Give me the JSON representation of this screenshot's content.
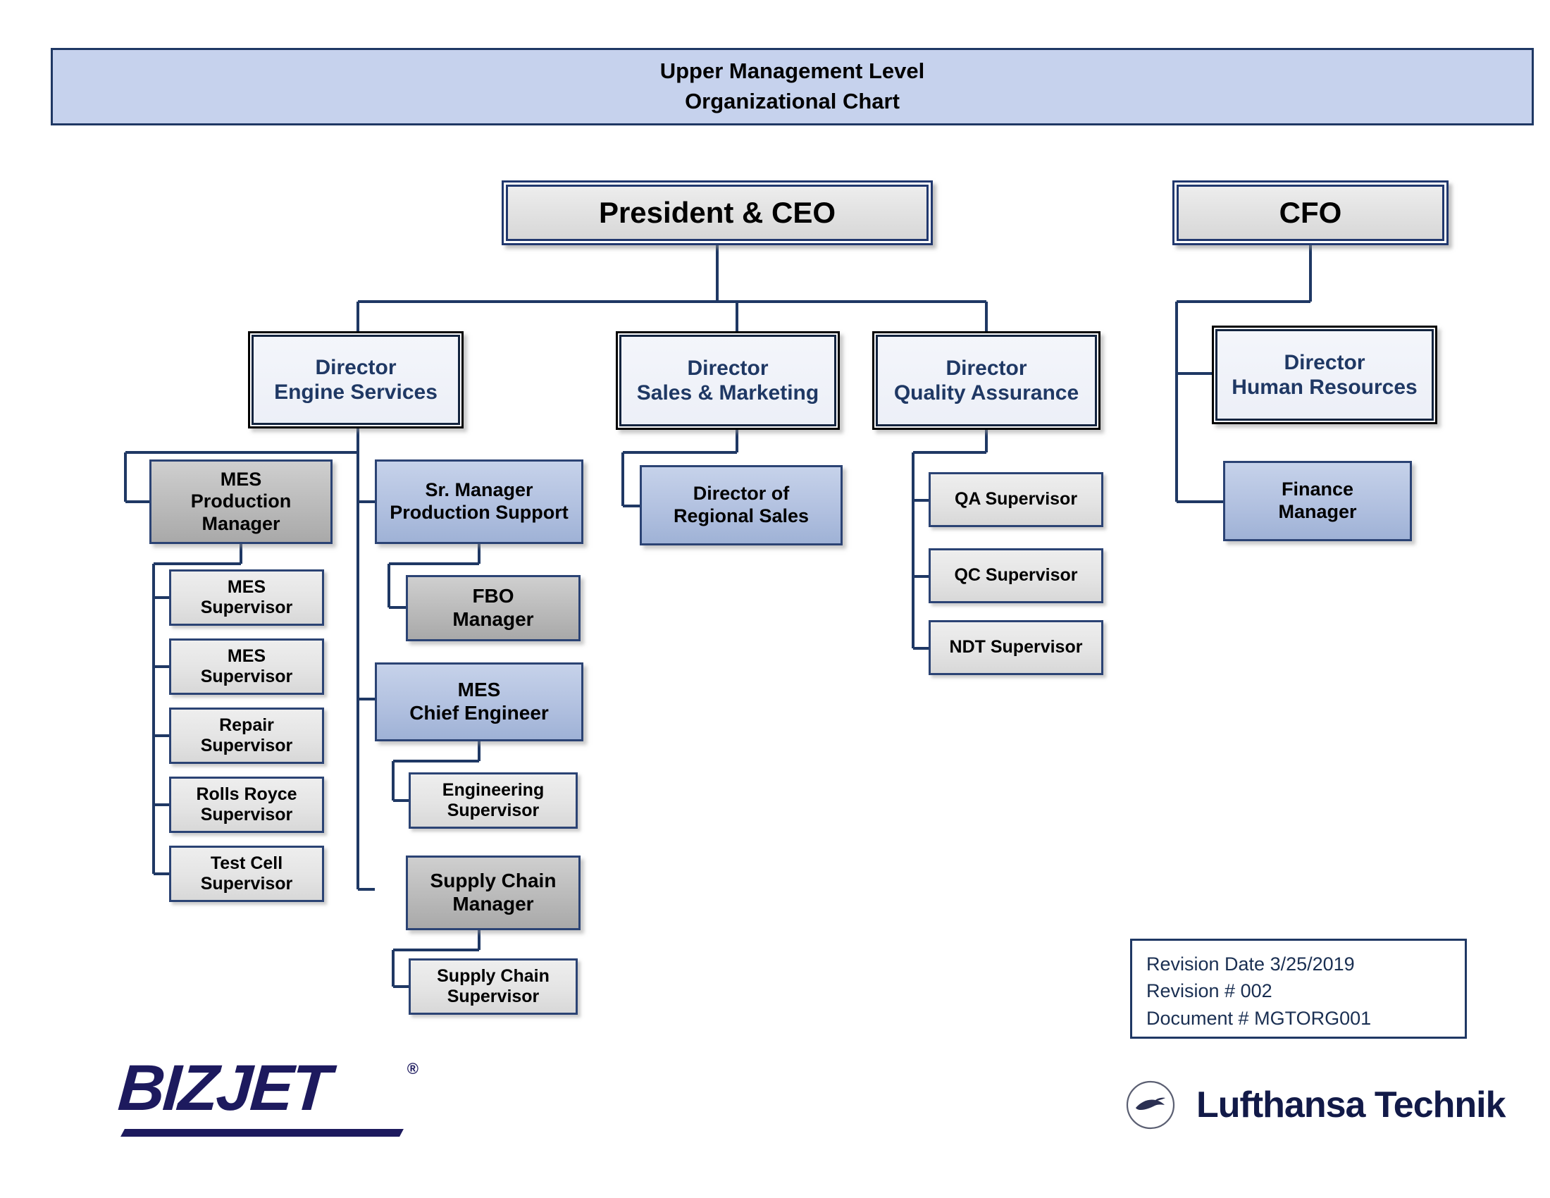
{
  "banner": {
    "line1": "Upper Management Level",
    "line2": "Organizational Chart"
  },
  "chart_data": {
    "type": "diagram",
    "title": "Upper Management Level Organizational Chart",
    "nodes": [
      {
        "id": "ceo",
        "label": "President & CEO",
        "level": 0,
        "style": "executive"
      },
      {
        "id": "cfo",
        "label": "CFO",
        "level": 0,
        "style": "executive"
      },
      {
        "id": "dir_eng",
        "label_line1": "Director",
        "label_line2": "Engine Services",
        "level": 1,
        "style": "director"
      },
      {
        "id": "dir_sales",
        "label_line1": "Director",
        "label_line2": "Sales & Marketing",
        "level": 1,
        "style": "director"
      },
      {
        "id": "dir_qa",
        "label_line1": "Director",
        "label_line2": "Quality Assurance",
        "level": 1,
        "style": "director"
      },
      {
        "id": "dir_hr",
        "label_line1": "Director",
        "label_line2": "Human Resources",
        "level": 1,
        "style": "director"
      },
      {
        "id": "mes_prod",
        "label_line1": "MES",
        "label_line2": "Production",
        "label_line3": "Manager",
        "level": 2,
        "style": "manager-gray"
      },
      {
        "id": "sr_mgr",
        "label_line1": "Sr. Manager",
        "label_line2": "Production Support",
        "level": 2,
        "style": "manager-blue"
      },
      {
        "id": "dir_reg",
        "label_line1": "Director of",
        "label_line2": "Regional Sales",
        "level": 2,
        "style": "manager-blue"
      },
      {
        "id": "fin_mgr",
        "label_line1": "Finance",
        "label_line2": "Manager",
        "level": 2,
        "style": "manager-blue"
      },
      {
        "id": "fbo",
        "label_line1": "FBO",
        "label_line2": "Manager",
        "level": 3,
        "style": "manager-gray"
      },
      {
        "id": "chief_eng",
        "label_line1": "MES",
        "label_line2": "Chief Engineer",
        "level": 3,
        "style": "manager-blue"
      },
      {
        "id": "sc_mgr",
        "label_line1": "Supply Chain",
        "label_line2": "Manager",
        "level": 3,
        "style": "manager-gray"
      },
      {
        "id": "mes_sup1",
        "label_line1": "MES",
        "label_line2": "Supervisor",
        "level": 3,
        "style": "supervisor"
      },
      {
        "id": "mes_sup2",
        "label_line1": "MES",
        "label_line2": "Supervisor",
        "level": 3,
        "style": "supervisor"
      },
      {
        "id": "rep_sup",
        "label_line1": "Repair",
        "label_line2": "Supervisor",
        "level": 3,
        "style": "supervisor"
      },
      {
        "id": "rr_sup",
        "label_line1": "Rolls Royce",
        "label_line2": "Supervisor",
        "level": 3,
        "style": "supervisor"
      },
      {
        "id": "tc_sup",
        "label_line1": "Test Cell",
        "label_line2": "Supervisor",
        "level": 3,
        "style": "supervisor"
      },
      {
        "id": "eng_sup",
        "label_line1": "Engineering",
        "label_line2": "Supervisor",
        "level": 4,
        "style": "supervisor"
      },
      {
        "id": "sc_sup",
        "label_line1": "Supply Chain",
        "label_line2": "Supervisor",
        "level": 4,
        "style": "supervisor"
      },
      {
        "id": "qa_sup",
        "label": "QA Supervisor",
        "level": 2,
        "style": "supervisor"
      },
      {
        "id": "qc_sup",
        "label": "QC Supervisor",
        "level": 2,
        "style": "supervisor"
      },
      {
        "id": "ndt_sup",
        "label": "NDT Supervisor",
        "level": 2,
        "style": "supervisor"
      }
    ],
    "edges": [
      [
        "ceo",
        "dir_eng"
      ],
      [
        "ceo",
        "dir_sales"
      ],
      [
        "ceo",
        "dir_qa"
      ],
      [
        "cfo",
        "dir_hr"
      ],
      [
        "cfo",
        "fin_mgr"
      ],
      [
        "dir_eng",
        "mes_prod"
      ],
      [
        "dir_eng",
        "sr_mgr"
      ],
      [
        "dir_eng",
        "chief_eng"
      ],
      [
        "dir_eng",
        "sc_mgr"
      ],
      [
        "dir_sales",
        "dir_reg"
      ],
      [
        "dir_qa",
        "qa_sup"
      ],
      [
        "dir_qa",
        "qc_sup"
      ],
      [
        "dir_qa",
        "ndt_sup"
      ],
      [
        "mes_prod",
        "mes_sup1"
      ],
      [
        "mes_prod",
        "mes_sup2"
      ],
      [
        "mes_prod",
        "rep_sup"
      ],
      [
        "mes_prod",
        "rr_sup"
      ],
      [
        "mes_prod",
        "tc_sup"
      ],
      [
        "sr_mgr",
        "fbo"
      ],
      [
        "chief_eng",
        "eng_sup"
      ],
      [
        "sc_mgr",
        "sc_sup"
      ]
    ],
    "colors": {
      "connector": "#1f3864",
      "banner_fill": "#c6d2ed",
      "banner_border": "#1f3864",
      "director_text": "#1f3864",
      "manager_blue": "#b2c1e0",
      "manager_gray": "#bcbcbc",
      "supervisor_gray": "#e4e4e4",
      "logo_navy": "#1d1a5e"
    }
  },
  "boxes": {
    "ceo": {
      "line1": "President & CEO"
    },
    "cfo": {
      "line1": "CFO"
    },
    "dir_eng": {
      "line1": "Director",
      "line2": "Engine Services"
    },
    "dir_sales": {
      "line1": "Director",
      "line2": "Sales & Marketing"
    },
    "dir_qa": {
      "line1": "Director",
      "line2": "Quality Assurance"
    },
    "dir_hr": {
      "line1": "Director",
      "line2": "Human Resources"
    },
    "mes_prod": {
      "line1": "MES",
      "line2": "Production",
      "line3": "Manager"
    },
    "sr_mgr": {
      "line1": "Sr. Manager",
      "line2": "Production Support"
    },
    "dir_reg": {
      "line1": "Director of",
      "line2": "Regional Sales"
    },
    "fin_mgr": {
      "line1": "Finance",
      "line2": "Manager"
    },
    "fbo": {
      "line1": "FBO",
      "line2": "Manager"
    },
    "chief_eng": {
      "line1": "MES",
      "line2": "Chief Engineer"
    },
    "sc_mgr": {
      "line1": "Supply Chain",
      "line2": "Manager"
    },
    "mes_sup1": {
      "line1": "MES",
      "line2": "Supervisor"
    },
    "mes_sup2": {
      "line1": "MES",
      "line2": "Supervisor"
    },
    "rep_sup": {
      "line1": "Repair",
      "line2": "Supervisor"
    },
    "rr_sup": {
      "line1": "Rolls Royce",
      "line2": "Supervisor"
    },
    "tc_sup": {
      "line1": "Test Cell",
      "line2": "Supervisor"
    },
    "eng_sup": {
      "line1": "Engineering",
      "line2": "Supervisor"
    },
    "sc_sup": {
      "line1": "Supply Chain",
      "line2": "Supervisor"
    },
    "qa_sup": {
      "line1": "QA Supervisor"
    },
    "qc_sup": {
      "line1": "QC Supervisor"
    },
    "ndt_sup": {
      "line1": "NDT Supervisor"
    }
  },
  "revision": {
    "date": "Revision Date 3/25/2019",
    "number": "Revision # 002",
    "document": "Document # MGTORG001"
  },
  "logos": {
    "bizjet": {
      "text": "BIZJET",
      "registered": "®"
    },
    "lufthansa": {
      "text": "Lufthansa Technik"
    }
  }
}
